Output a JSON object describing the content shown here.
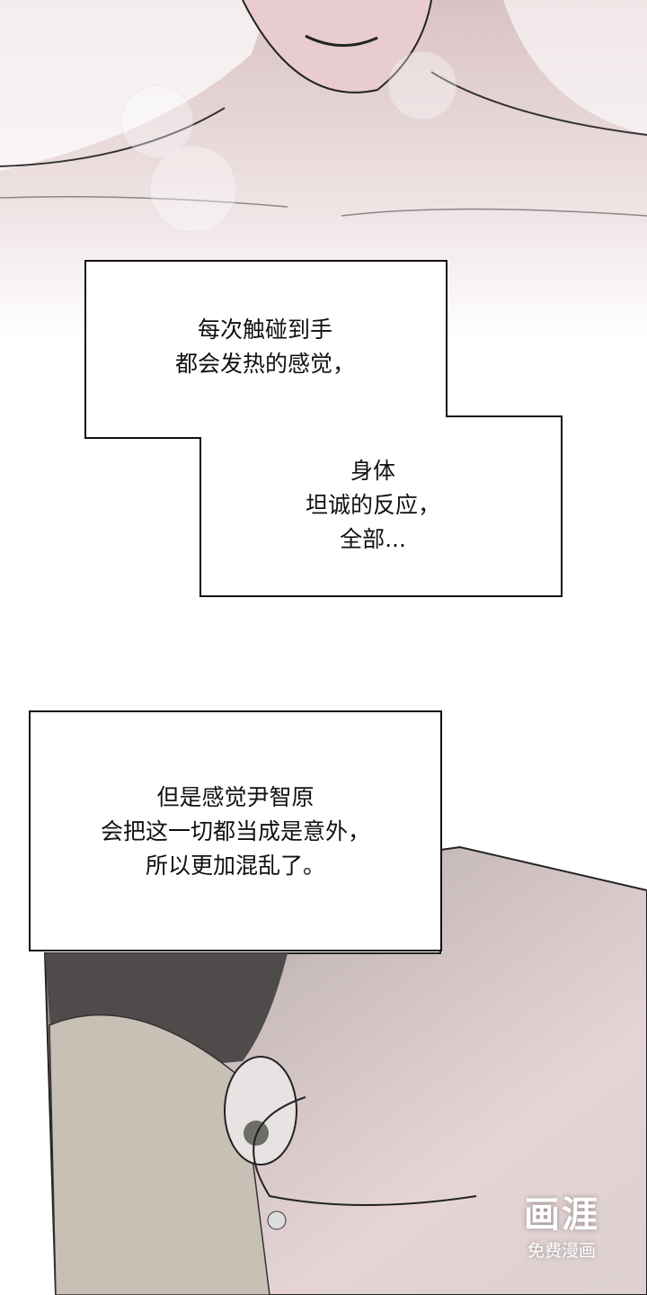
{
  "captions": {
    "box1": [
      "每次触碰到手",
      "都会发热的感觉，"
    ],
    "box2": [
      "身体",
      "坦诚的反应，",
      "全部..."
    ],
    "box3": [
      "但是感觉尹智原",
      "会把这一切都当成是意外，",
      "所以更加混乱了。"
    ]
  },
  "watermark": {
    "logo": "画涯",
    "tagline": "免费漫画"
  }
}
